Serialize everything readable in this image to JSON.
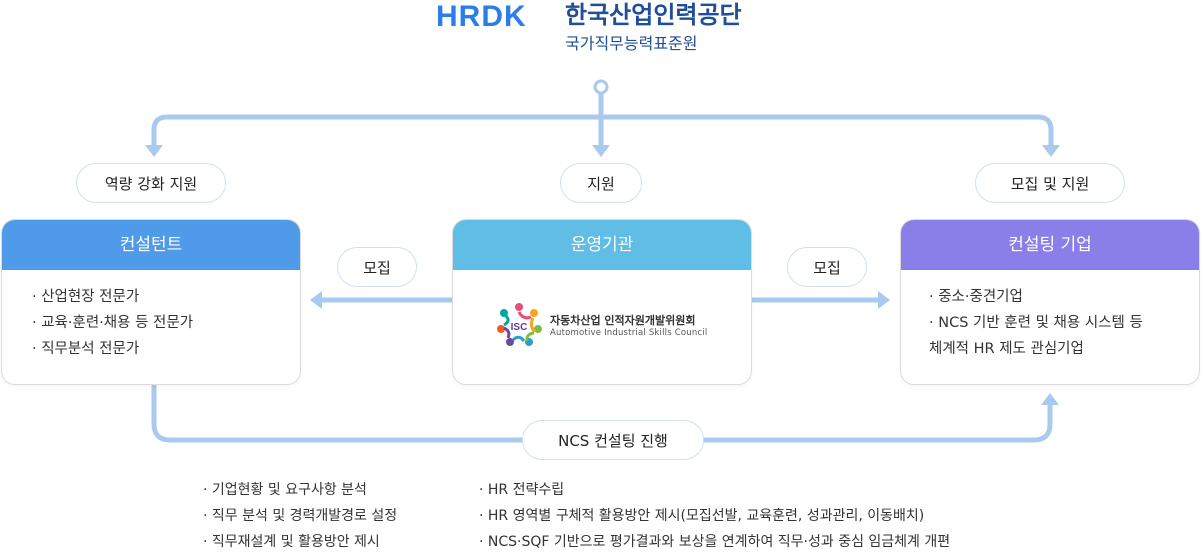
{
  "header": {
    "logo_text": "HRDK",
    "org_name": "한국산업인력공단",
    "org_sub": "국가직무능력표준원"
  },
  "labels": {
    "left_top": "역량 강화 지원",
    "center_top": "지원",
    "right_top": "모집 및 지원",
    "recruit_left": "모집",
    "recruit_right": "모집",
    "ncs_progress": "NCS 컨설팅 진행"
  },
  "cards": {
    "consultant": {
      "title": "컨설턴트",
      "color": "#4f9bea",
      "items": [
        "· 산업현장 전문가",
        "· 교육·훈련·채용 등 전문가",
        "· 직무분석 전문가"
      ]
    },
    "operator": {
      "title": "운영기관",
      "color": "#5fbde6",
      "isc_name": "자동차산업 인적자원개발위원회",
      "isc_en": "Automotive Industrial Skills Council",
      "isc_badge": "ISC"
    },
    "company": {
      "title": "컨설팅 기업",
      "color": "#8a7ee8",
      "items": [
        "· 중소·중견기업",
        "· NCS 기반 훈련 및 채용 시스템 등",
        "체계적 HR 제도 관심기업"
      ]
    }
  },
  "bottom": {
    "left_items": [
      "· 기업현황 및 요구사항 분석",
      "· 직무 분석 및 경력개발경로 설정",
      "· 직무재설계 및 활용방안 제시"
    ],
    "right_items": [
      "· HR 전략수립",
      "· HR 영역별 구체적 활용방안 제시(모집선발, 교육훈련, 성과관리, 이동배치)",
      "· NCS·SQF 기반으로 평가결과와 보상을 연계하여 직무·성과 중심 임금체계 개편"
    ]
  },
  "colors": {
    "connector": "#a9c9ee",
    "brand_blue": "#2b7de9",
    "navy": "#1f4e9a"
  }
}
